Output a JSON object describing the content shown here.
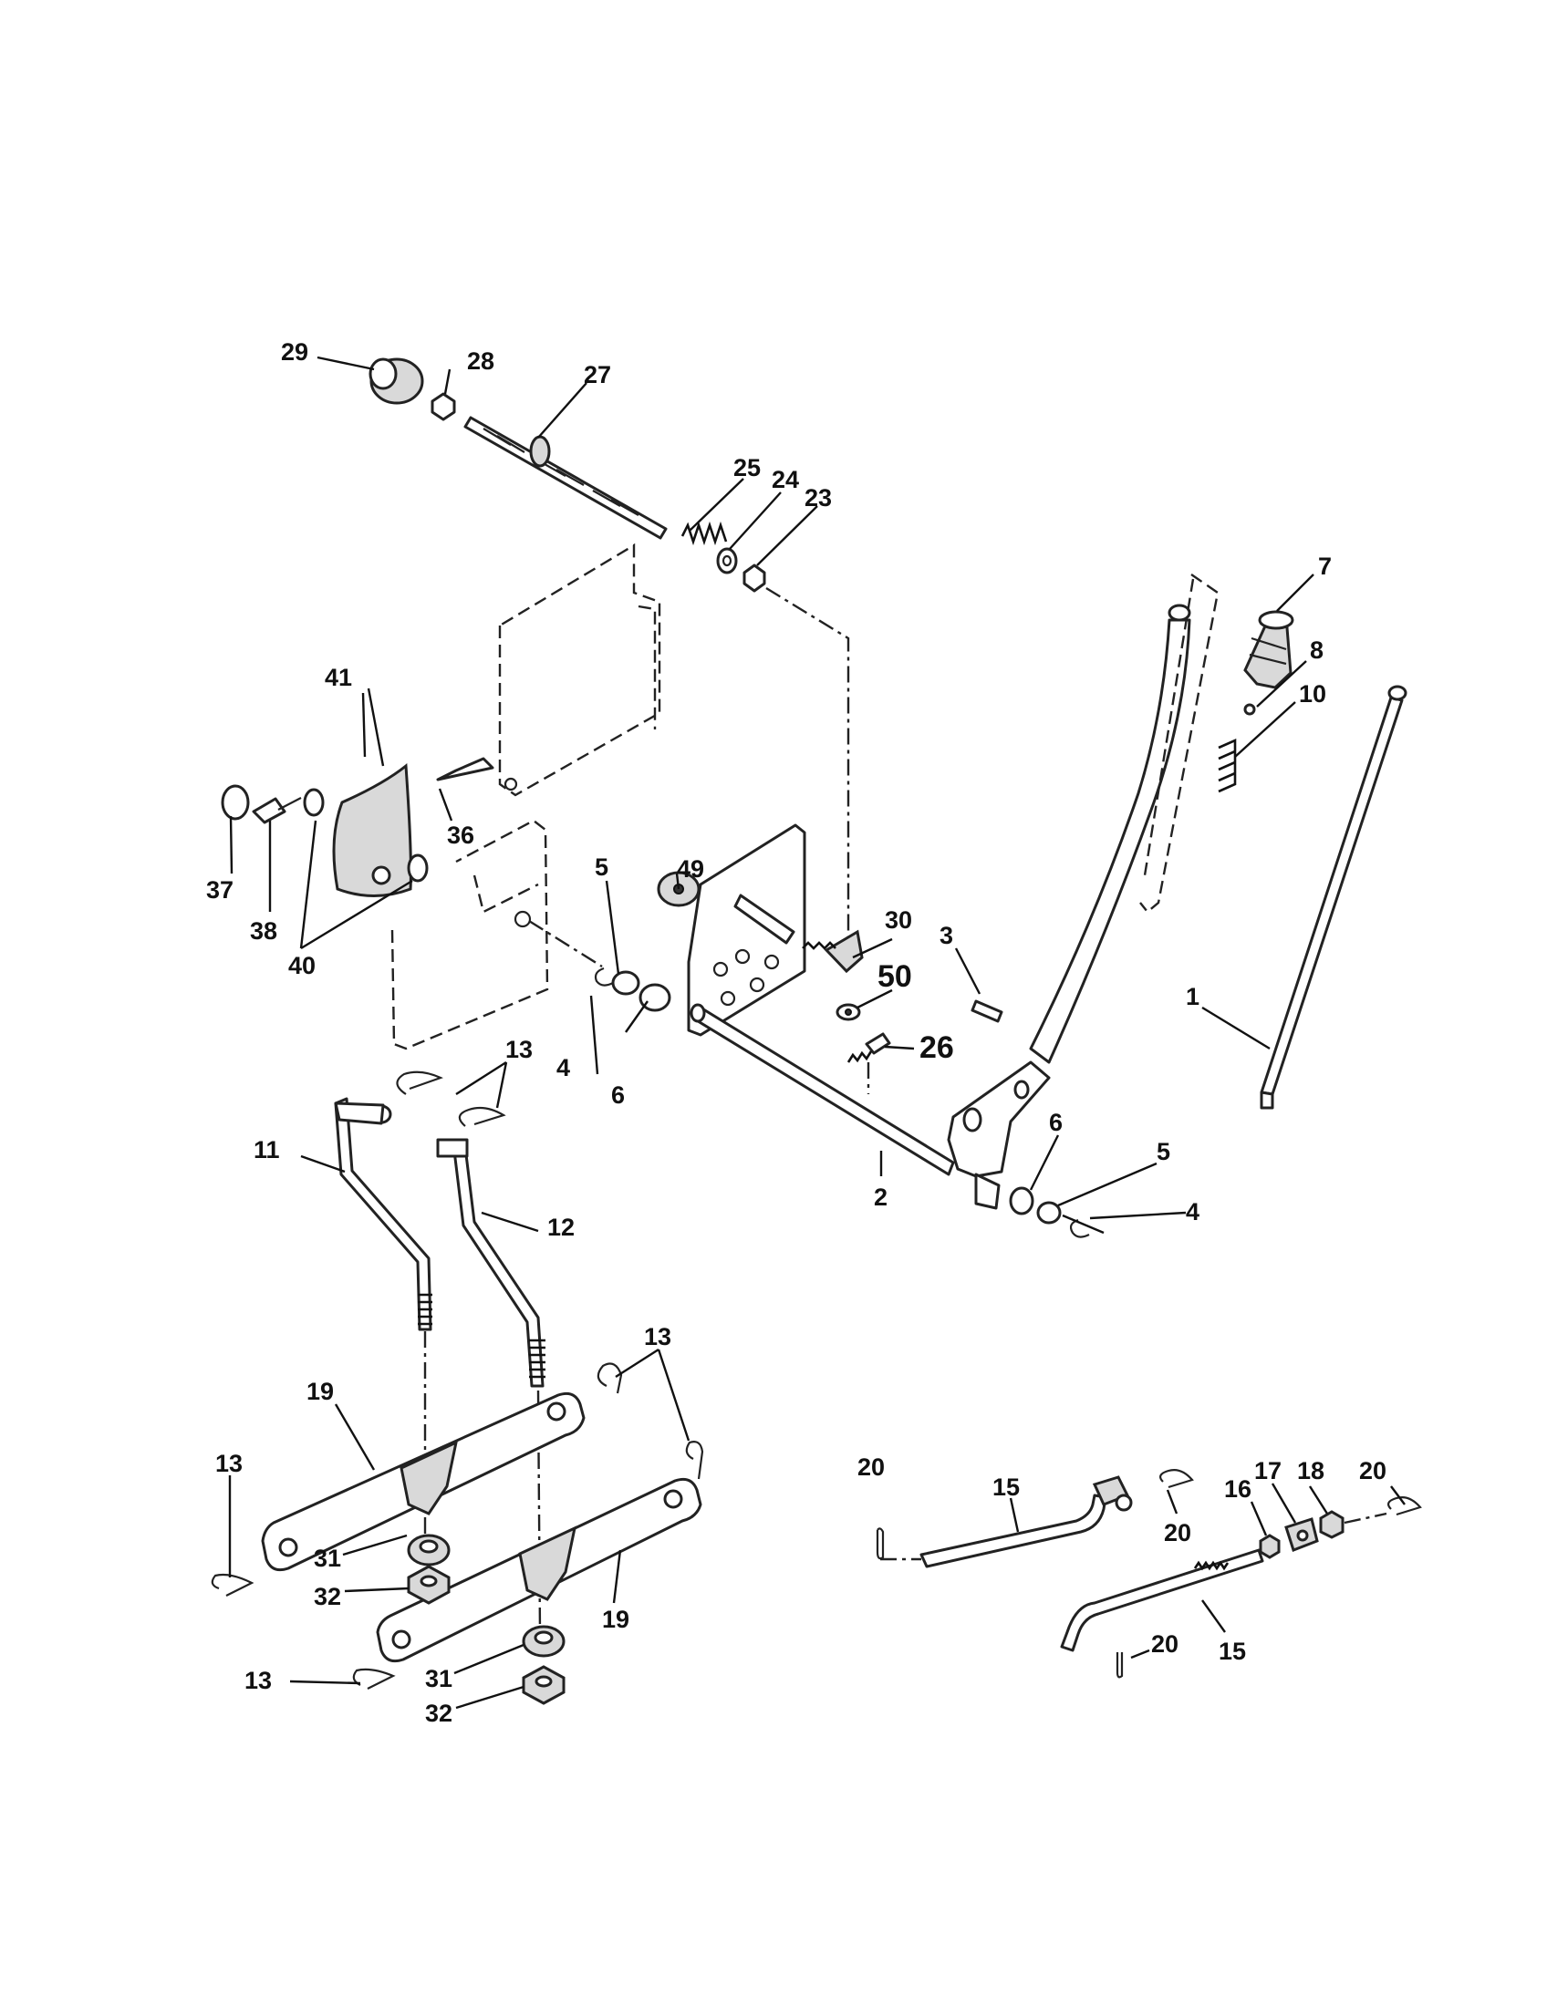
{
  "callouts": {
    "c29": "29",
    "c28": "28",
    "c27": "27",
    "c25": "25",
    "c24": "24",
    "c23": "23",
    "c7": "7",
    "c8": "8",
    "c10": "10",
    "c41": "41",
    "c37": "37",
    "c38": "38",
    "c40": "40",
    "c36": "36",
    "c5a": "5",
    "c49": "49",
    "c30": "30",
    "c3": "3",
    "c50": "50",
    "c26": "26",
    "c4a": "4",
    "c6a": "6",
    "c1": "1",
    "c13a": "13",
    "c11": "11",
    "c12": "12",
    "c2": "2",
    "c6b": "6",
    "c5b": "5",
    "c4b": "4",
    "c13b": "13",
    "c19a": "19",
    "c13c": "13",
    "c31a": "31",
    "c32a": "32",
    "c19b": "19",
    "c13d": "13",
    "c31b": "31",
    "c32b": "32",
    "c20a": "20",
    "c15a": "15",
    "c20b": "20",
    "c16": "16",
    "c17": "17",
    "c18": "18",
    "c20c": "20",
    "c20d": "20",
    "c15b": "15"
  }
}
